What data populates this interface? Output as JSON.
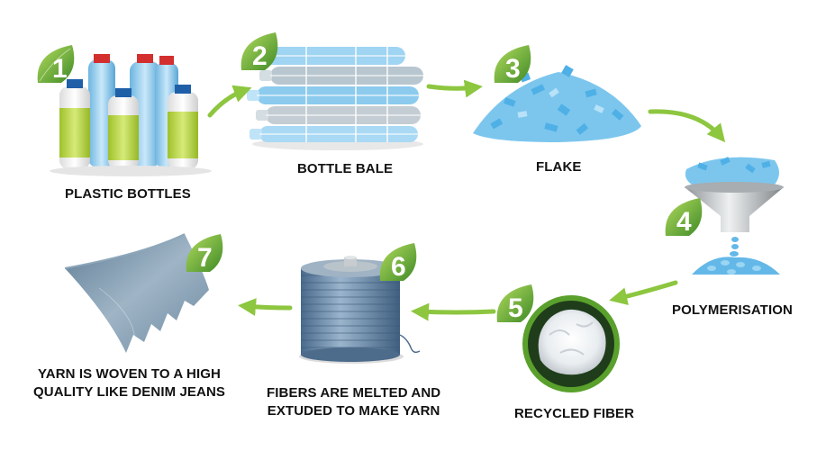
{
  "colors": {
    "arrow_green": "#8dc63f",
    "leaf_green": "#4e9a2f",
    "leaf_light": "#a6d35a",
    "bottle_green": "#b5d33a",
    "plastic_blue": "#7cc6ee",
    "fabric_blue": "#7b96ad",
    "spool_blue": "#5d7ea0"
  },
  "steps": [
    {
      "number": "1",
      "label": "PLASTIC BOTTLES",
      "icon": "plastic-bottles-image"
    },
    {
      "number": "2",
      "label": "BOTTLE BALE",
      "icon": "bottle-bale-image"
    },
    {
      "number": "3",
      "label": "FLAKE",
      "icon": "flake-pile-image"
    },
    {
      "number": "4",
      "label": "POLYMERISATION",
      "icon": "funnel-image"
    },
    {
      "number": "5",
      "label": "RECYCLED FIBER",
      "icon": "fiber-ball-image"
    },
    {
      "number": "6",
      "label_line1": "FIBERS ARE MELTED AND",
      "label_line2": "EXTUDED TO MAKE YARN",
      "icon": "yarn-spool-image"
    },
    {
      "number": "7",
      "label_line1": "YARN IS WOVEN TO A HIGH",
      "label_line2": "QUALITY LIKE DENIM JEANS",
      "icon": "woven-fabric-image"
    }
  ]
}
